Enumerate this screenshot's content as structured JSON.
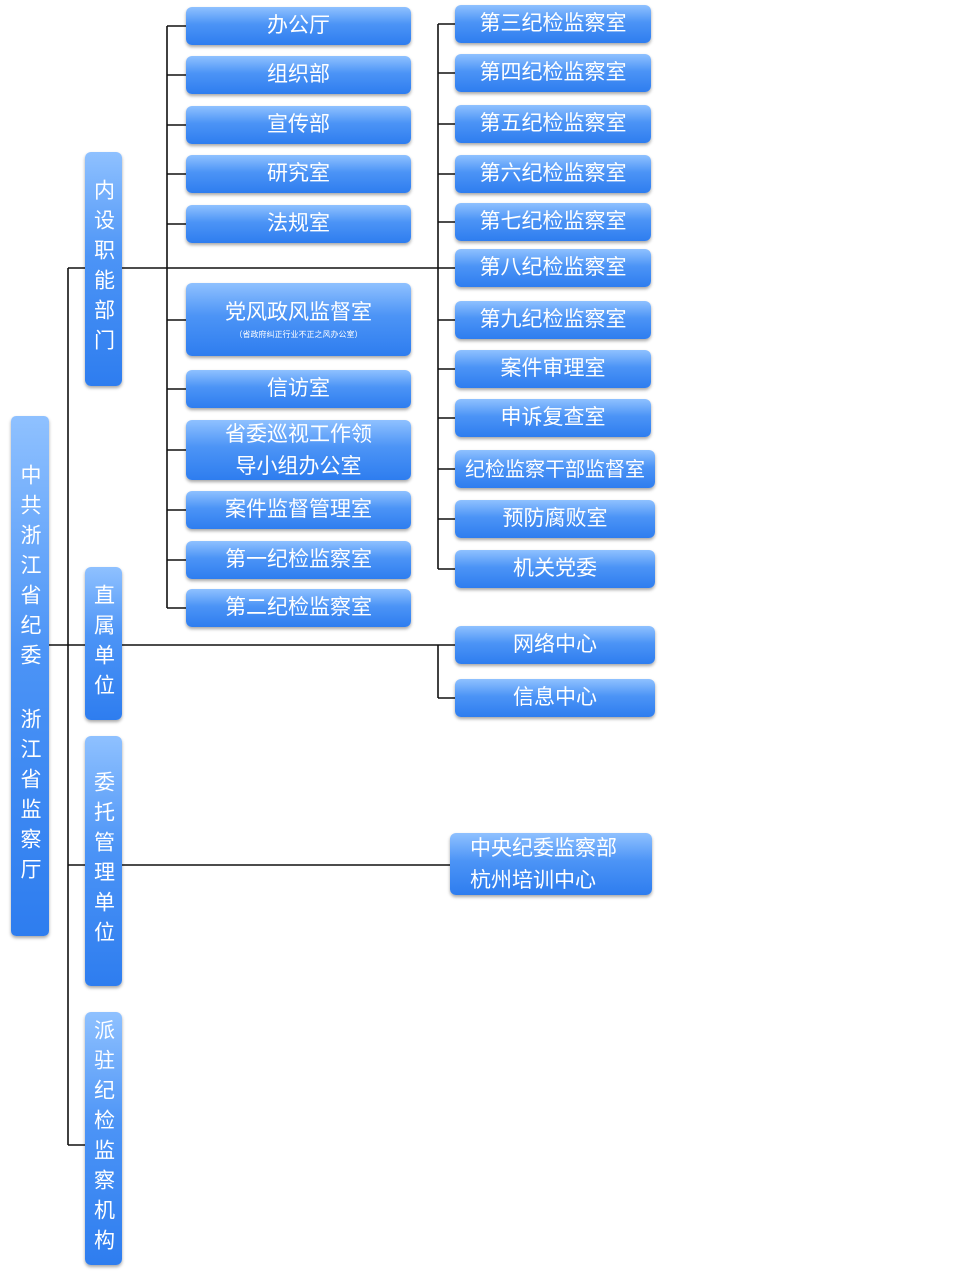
{
  "root": {
    "line1": "中共浙江省纪委",
    "line2": "浙江省监察厅"
  },
  "categories": [
    {
      "name": "内设职能部门"
    },
    {
      "name": "直属单位"
    },
    {
      "name": "委托管理单位"
    },
    {
      "name": "派驻纪检监察机构"
    }
  ],
  "internal_left": [
    "办公厅",
    "组织部",
    "宣传部",
    "研究室",
    "法规室",
    "党风政风监督室",
    "信访室",
    "省委巡视工作领导小组办公室",
    "案件监督管理室",
    "第一纪检监察室",
    "第二纪检监察室"
  ],
  "internal_left_sub": "（省政府纠正行业不正之风办公室）",
  "internal_left_split": {
    "line1": "省委巡视工作领",
    "line2": "导小组办公室"
  },
  "internal_right": [
    "第三纪检监察室",
    "第四纪检监察室",
    "第五纪检监察室",
    "第六纪检监察室",
    "第七纪检监察室",
    "第八纪检监察室",
    "第九纪检监察室",
    "案件审理室",
    "申诉复查室",
    "纪检监察干部监督室",
    "预防腐败室",
    "机关党委"
  ],
  "direct_units": [
    "网络中心",
    "信息中心"
  ],
  "entrusted_unit": {
    "line1": "中央纪委监察部",
    "line2": "杭州培训中心"
  }
}
